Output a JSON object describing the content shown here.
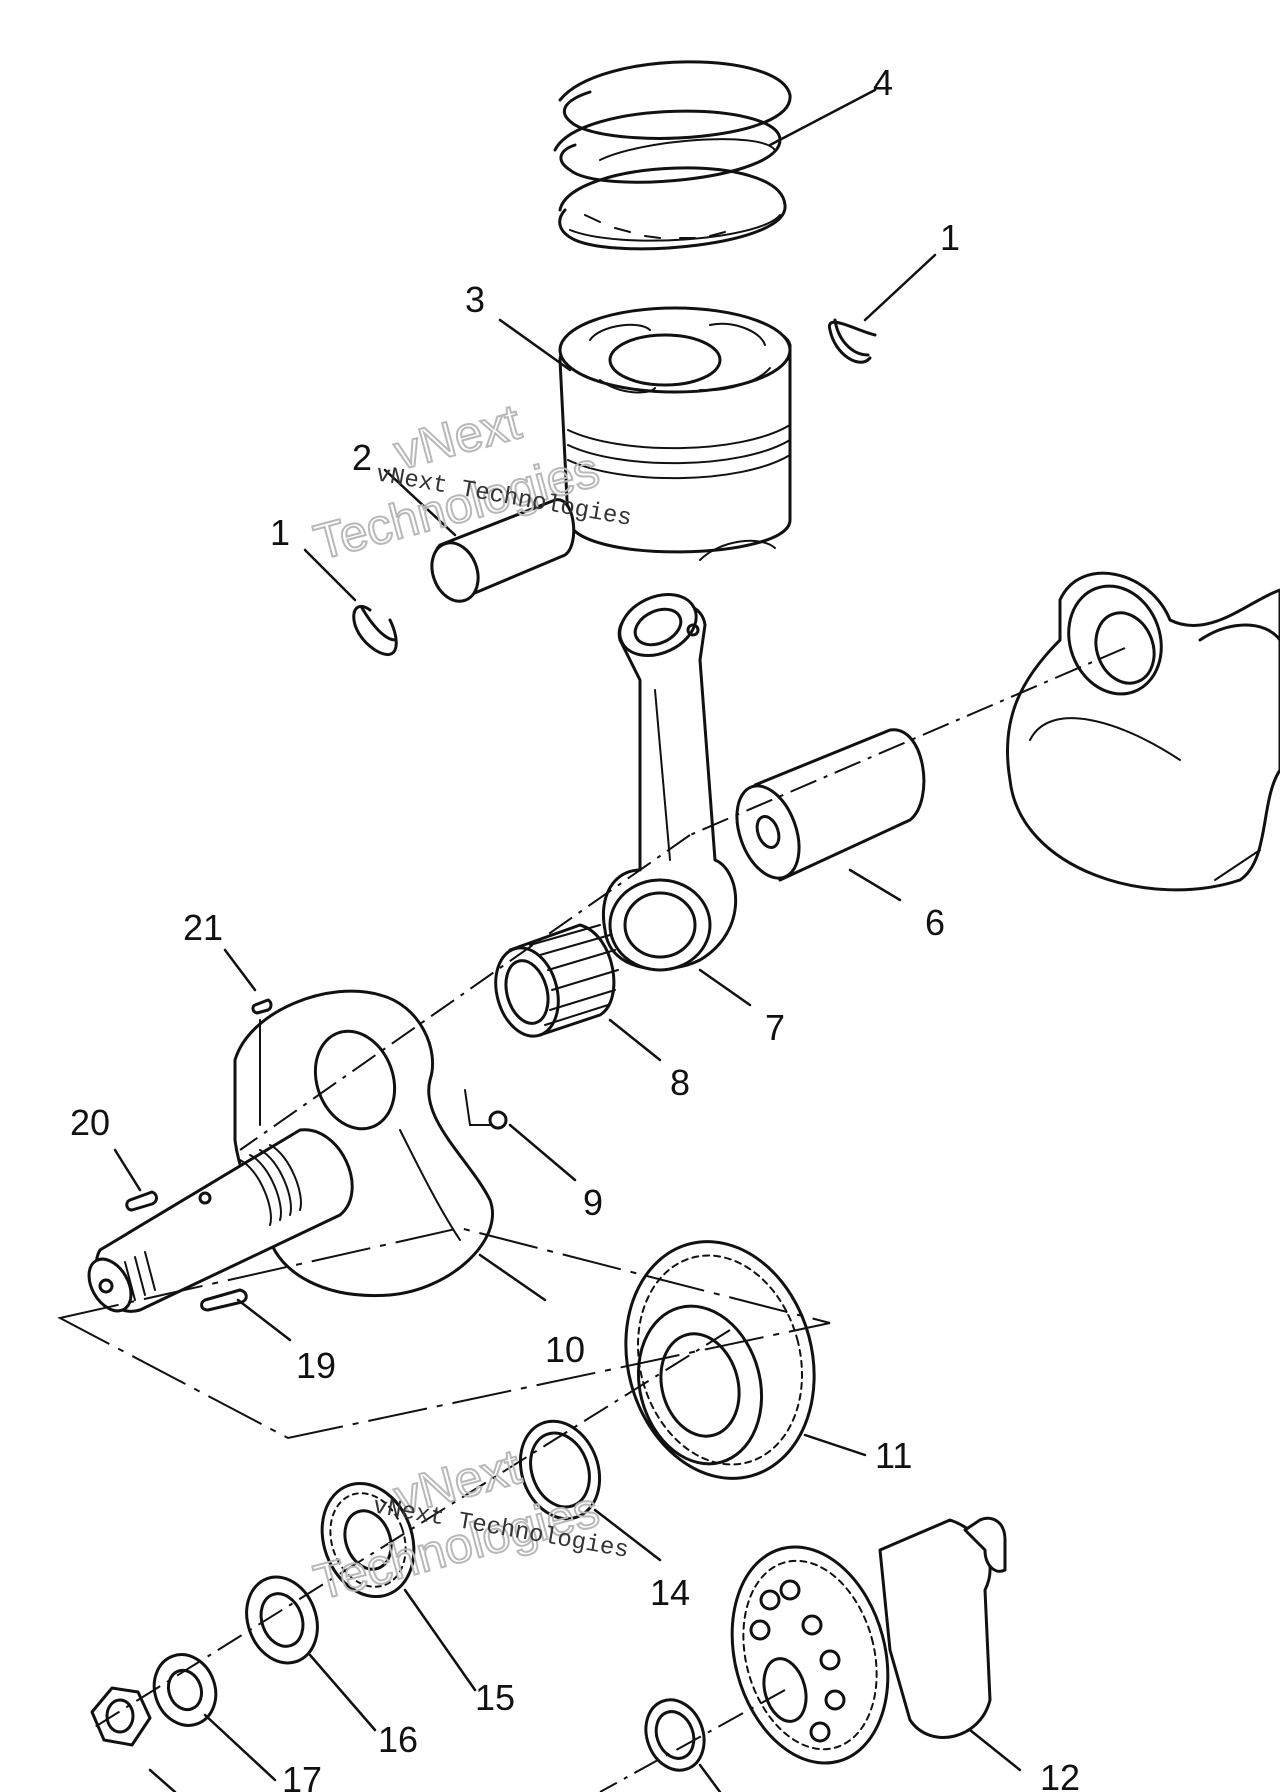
{
  "watermark": {
    "small_text": "vNext Technologies",
    "large_line_1": "vNext",
    "large_line_2": "Technologies"
  },
  "callouts": {
    "c1a": "1",
    "c1b": "1",
    "c2": "2",
    "c3": "3",
    "c4": "4",
    "c6": "6",
    "c7": "7",
    "c8": "8",
    "c9": "9",
    "c10": "10",
    "c11": "11",
    "c12": "12",
    "c14": "14",
    "c15": "15",
    "c16": "16",
    "c17": "17",
    "c19": "19",
    "c20": "20",
    "c21": "21"
  }
}
